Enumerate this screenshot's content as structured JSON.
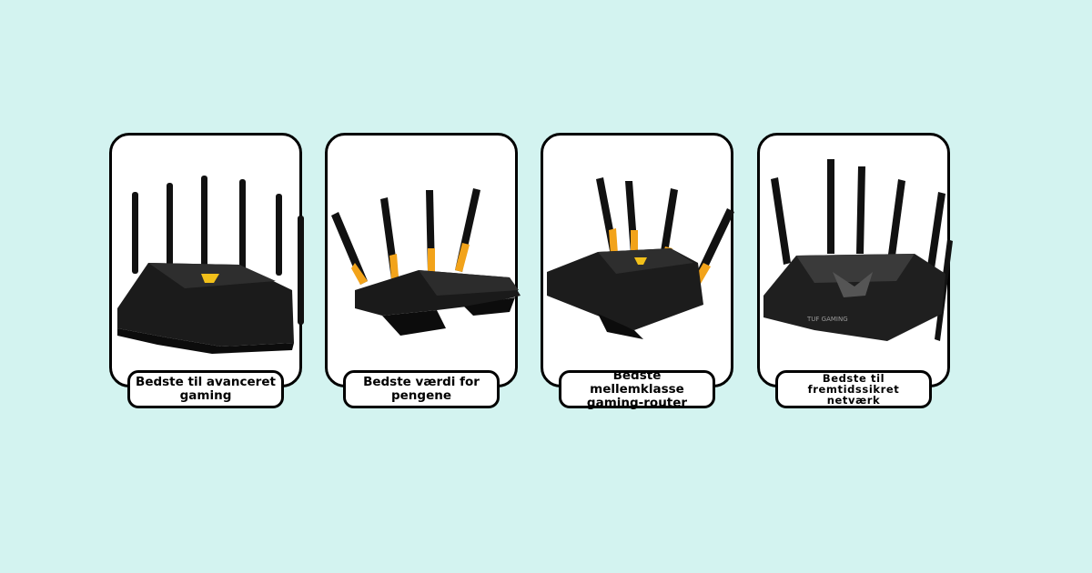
{
  "cards": [
    {
      "label": "Bedste til avanceret gaming",
      "image": "router-image"
    },
    {
      "label": "Bedste værdi for pengene",
      "image": "router-image"
    },
    {
      "label": "Bedste mellemklasse gaming-router",
      "image": "router-image"
    },
    {
      "label": "Bedste til fremtidssikret netværk",
      "image": "router-image",
      "logo_text": "TUF GAMING"
    }
  ],
  "colors": {
    "background": "#d3f3f0",
    "accent": "#f2a31a",
    "router": "#1e1e1e"
  }
}
